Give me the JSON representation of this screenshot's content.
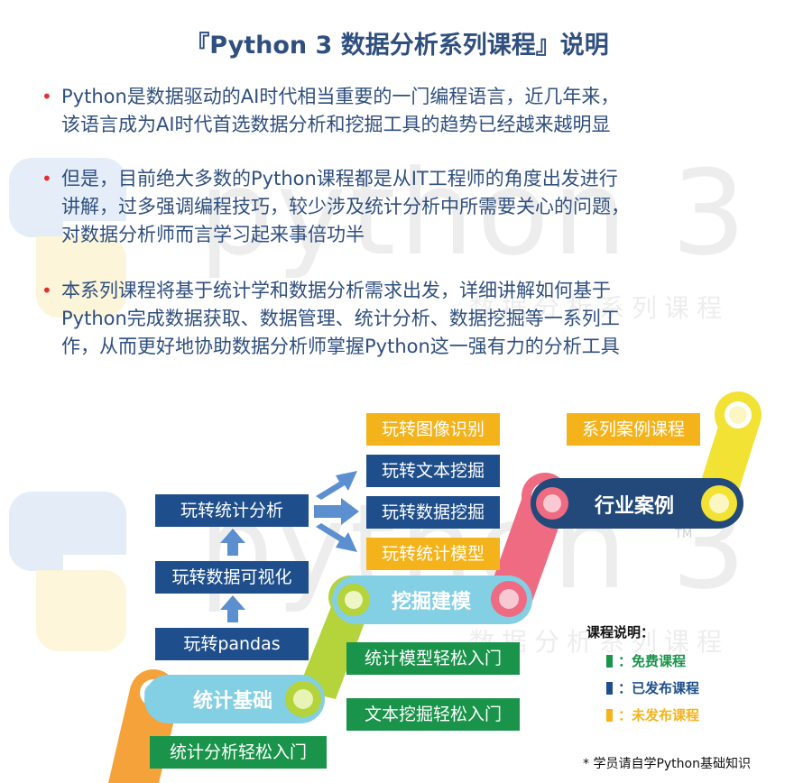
{
  "title": "『Python 3 数据分析系列课程』说明",
  "bullets": [
    {
      "line1": "Python是数据驱动的AI时代相当重要的一门编程语言，近几年来，",
      "line2": "该语言成为AI时代首选数据分析和挖掘工具的趋势已经越来越明显",
      "line3": ""
    },
    {
      "line1": "但是，目前绝大多数的Python课程都是从IT工程师的角度出发进行",
      "line2": "讲解，过多强调编程技巧，较少涉及统计分析中所需要关心的问题，",
      "line3": "对数据分析师而言学习起来事倍功半"
    },
    {
      "line1": "本系列课程将基于统计学和数据分析需求出发，详细讲解如何基于",
      "line2": "Python完成数据获取、数据管理、统计分析、数据挖掘等一系列工",
      "line3": "作，从而更好地协助数据分析师掌握Python这一强有力的分析工具"
    }
  ],
  "watermark": {
    "logo_text": "python 3",
    "sub_text": "数据分析系列课程",
    "tm": "TM"
  },
  "stages": {
    "s1": "统计基础",
    "s2": "挖掘建模",
    "s3": "行业案例"
  },
  "courses": {
    "pandas": "玩转pandas",
    "viz": "玩转数据可视化",
    "stat": "玩转统计分析",
    "image": "玩转图像识别",
    "text": "玩转文本挖掘",
    "data": "玩转数据挖掘",
    "model": "玩转统计模型",
    "case": "系列案例课程",
    "stat_intro": "统计分析轻松入门",
    "model_intro": "统计模型轻松入门",
    "text_intro": "文本挖掘轻松入门"
  },
  "legend": {
    "title": "课程说明：",
    "free": "：免费课程",
    "released": "：已发布课程",
    "unreleased": "：未发布课程",
    "colors": {
      "free": "#19944a",
      "released": "#1e4f8c",
      "unreleased": "#f5b31b"
    }
  },
  "footnote": "* 学员请自学Python基础知识"
}
